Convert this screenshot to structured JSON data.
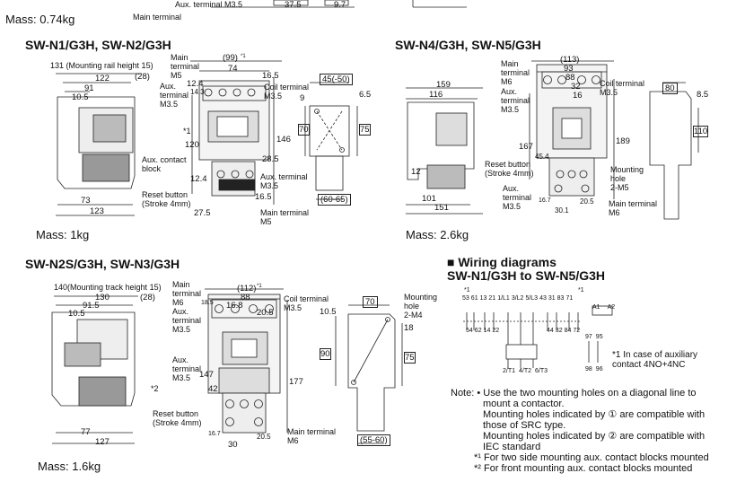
{
  "top": {
    "mass": "Mass: 0.74kg",
    "labels": [
      "Main terminal",
      "Aux. terminal M3.5"
    ],
    "dims": [
      "37.5",
      "9.7"
    ]
  },
  "section1": {
    "title": "SW-N1/G3H, SW-N2/G3H",
    "mass": "Mass: 1kg",
    "labels": {
      "rail": "131 (Mounting rail height 15)",
      "main_terminal": "Main\nterminal\nM5",
      "aux_terminal": "Aux.\nterminal\nM3.5",
      "coil_terminal": "Coil terminal\nM3.5",
      "aux_contact_block": "Aux. contact\nblock",
      "reset_button": "Reset button\n(Stroke 4mm)",
      "aux_terminal2": "Aux. terminal\nM3.5",
      "main_terminal2": "Main terminal\nM5",
      "star1": "*1"
    },
    "dims": [
      "122",
      "(28)",
      "91",
      "10.5",
      "73",
      "123",
      "(99)",
      "*1",
      "74",
      "16.5",
      "12.4",
      "14.3",
      "120",
      "146",
      "28.5",
      "12.4",
      "16.5",
      "27.5",
      "45(-50)",
      "6.5",
      "9",
      "70",
      "75",
      "(60-65)"
    ]
  },
  "section2": {
    "title": "SW-N4/G3H, SW-N5/G3H",
    "mass": "Mass: 2.6kg",
    "labels": {
      "main_terminal": "Main\nterminal\nM6",
      "aux_terminal": "Aux.\nterminal\nM3.5",
      "coil_terminal": "Coil terminal\nM3.5",
      "reset_button": "Reset button\n(Stroke 4mm)",
      "aux_terminal2": "Aux.\nterminal\nM3.5",
      "main_terminal2": "Main terminal\nM6",
      "mounting_hole": "Mounting\nhole\n2-M5"
    },
    "dims": [
      "159",
      "116",
      "12",
      "101",
      "151",
      "(113)",
      "93",
      "88",
      "32",
      "16",
      "167",
      "45.4",
      "189",
      "16.7",
      "30.1",
      "20.5",
      "80",
      "8.5",
      "110"
    ]
  },
  "section3": {
    "title": "SW-N2S/G3H, SW-N3/G3H",
    "mass": "Mass: 1.6kg",
    "labels": {
      "rail": "140(Mounting track height 15)",
      "main_terminal": "Main\nterminal\nM6",
      "aux_terminal": "Aux.\nterminal\nM3.5",
      "aux_terminal_b": "Aux.\nterminal\nM3.5",
      "coil_terminal": "Coil terminal\nM3.5",
      "reset_button": "Reset button\n(Stroke 4mm)",
      "main_terminal2": "Main terminal\nM6",
      "mounting_hole": "Mounting\nhole\n2-M4",
      "star2": "*2"
    },
    "dims": [
      "130",
      "(28)",
      "91.5",
      "10.5",
      "77",
      "127",
      "(112)",
      "*1",
      "88",
      "16.8",
      "20.5",
      "18.5",
      "147",
      "177",
      "42",
      "16.7",
      "30",
      "20.5",
      "70",
      "10.5",
      "18",
      "90",
      "75",
      "(55-60)"
    ]
  },
  "wiring": {
    "title_line1": "■ Wiring diagrams",
    "title_line2": "SW-N1/G3H to SW-N5/G3H",
    "top_terms": [
      "53",
      "61",
      "13",
      "21",
      "1/L1",
      "3/L2",
      "5/L3",
      "43",
      "31",
      "83",
      "71"
    ],
    "bottom_terms": [
      "54",
      "62",
      "14",
      "22",
      "44",
      "32",
      "84",
      "72"
    ],
    "coil_terms": [
      "A1",
      "A2"
    ],
    "overload_terms": [
      "2/T1",
      "4/T2",
      "6/T3"
    ],
    "aux_ol_top": [
      "97",
      "95"
    ],
    "aux_ol_bottom": [
      "98",
      "96"
    ],
    "note": "*1 In case of auxiliary\ncontact 4NO+4NC",
    "star1a": "*1",
    "star1b": "*1"
  },
  "notes": {
    "lines": [
      "Note: • Use the two mounting holes on a diagonal line to",
      "mount a contactor.",
      "Mounting holes indicated by ① are compatible with",
      "those of SRC type.",
      "Mounting holes indicated by ② are compatible with",
      "IEC standard",
      "*¹ For two side mounting aux. contact blocks mounted",
      "*² For front mounting aux. contact blocks mounted"
    ]
  }
}
